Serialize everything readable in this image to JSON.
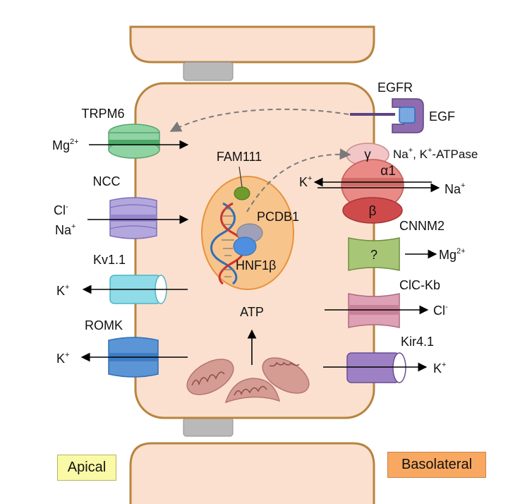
{
  "labels": {
    "trpm6": "TRPM6",
    "mg": "Mg",
    "mg_sup": "2+",
    "ncc": "NCC",
    "cl": "Cl",
    "minus_sup": "-",
    "na": "Na",
    "plus_sup": "+",
    "kv": "Kv1.1",
    "k": "K",
    "romk": "ROMK",
    "egfr": "EGFR",
    "egf": "EGF",
    "fam111": "FAM111",
    "pcdb1": "PCDB1",
    "hnf1b": "HNF1β",
    "atp": "ATP",
    "gamma": "γ",
    "alpha1": "α1",
    "beta": "β",
    "atpase_na": "Na",
    "atpase_sep": ", K",
    "atpase_rest": "-ATPase",
    "cnnm2": "CNNM2",
    "question": "?",
    "clckb": "ClC-Kb",
    "kir": "Kir4.1",
    "apical": "Apical",
    "basolateral": "Basolateral"
  },
  "colors": {
    "cell_fill": "#fbe0cf",
    "cell_border": "#b7843f",
    "junction": "#b9b9b9",
    "nucleus_fill": "#f7c48c",
    "nucleus_border": "#e8923a",
    "trpm6": "#8fd3a3",
    "ncc": "#b3a7dd",
    "kv": "#8fdce8",
    "romk": "#5b95d6",
    "egfr": "#8f6bb0",
    "egf": "#7aa8e0",
    "atpase_gamma": "#f2c6c6",
    "atpase_alpha": "#e98a86",
    "atpase_beta": "#cf4b4b",
    "cnnm2": "#a7c776",
    "clckb": "#dea0b5",
    "kir": "#9e80c5",
    "fam111": "#6f9a2c",
    "pcdb1": "#a0a0b8",
    "hnf1b": "#4f8fe0",
    "mito": "#d59c94",
    "apical_tag": "#faf9a6",
    "basolateral_tag": "#f8a860"
  }
}
